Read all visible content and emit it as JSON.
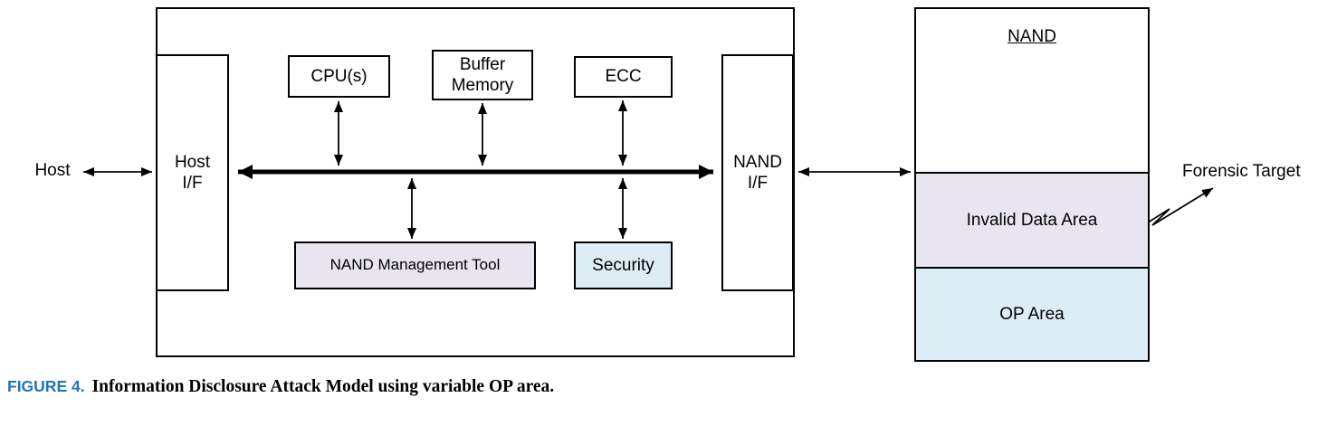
{
  "figure": {
    "label": "FIGURE 4.",
    "caption": "Information Disclosure Attack Model using variable OP area."
  },
  "controller": {
    "host": "Host",
    "host_if_line1": "Host",
    "host_if_line2": "I/F",
    "cpu": "CPU(s)",
    "buffer_line1": "Buffer",
    "buffer_line2": "Memory",
    "ecc": "ECC",
    "nand_mgmt_tool": "NAND Management Tool",
    "security": "Security",
    "nand_if_line1": "NAND",
    "nand_if_line2": "I/F"
  },
  "nand": {
    "title": "NAND",
    "invalid_area": "Invalid Data Area",
    "op_area": "OP Area"
  },
  "annotation": {
    "forensic_target": "Forensic Target"
  },
  "colors": {
    "lavender_fill": "#e9e5f0",
    "light_blue_fill": "#ddedf5",
    "figure_label_blue": "#1b75bc",
    "line_color": "#000000"
  }
}
